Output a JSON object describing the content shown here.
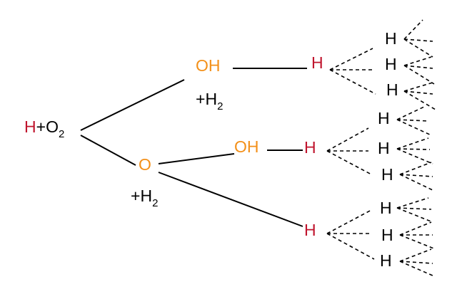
{
  "colors": {
    "h_atom": "#c0142d",
    "o_species": "#f39019",
    "text": "#000000"
  },
  "start": {
    "h": "H",
    "plus": "+",
    "o": "O",
    "sub": "2"
  },
  "upper_oh": "OH",
  "upper_h2": {
    "plus": "+",
    "h": "H",
    "sub": "2"
  },
  "mid_o": "O",
  "mid_oh": "OH",
  "lower_h2": {
    "plus": "+",
    "h": "H",
    "sub": "2"
  },
  "branch_h": [
    "H",
    "H",
    "H"
  ],
  "leaf_h": [
    "H",
    "H",
    "H",
    "H",
    "H",
    "H",
    "H",
    "H",
    "H"
  ]
}
